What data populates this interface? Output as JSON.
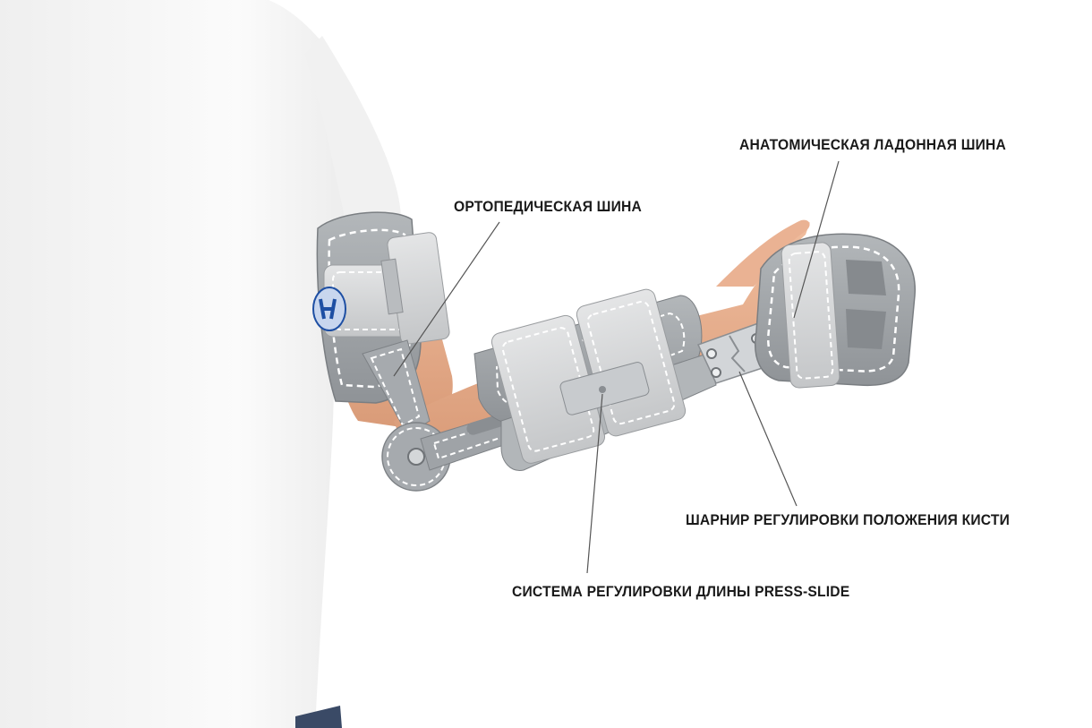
{
  "labels": {
    "orthopedic_splint": "ОРТОПЕДИЧЕСКАЯ ШИНА",
    "anatomical_palmar_splint": "АНАТОМИЧЕСКАЯ ЛАДОННАЯ ШИНА",
    "wrist_hinge": "ШАРНИР РЕГУЛИРОВКИ ПОЛОЖЕНИЯ КИСТИ",
    "press_slide": "СИСТЕМА РЕГУЛИРОВКИ ДЛИНЫ PRESS-SLIDE"
  },
  "colors": {
    "background": "#ffffff",
    "shirt": "#f7f7f7",
    "skin": "#e8ae8c",
    "brace_gray": "#a3a7ab",
    "brace_dark": "#80858a",
    "strap_light": "#d9dadb",
    "metal": "#c9cdd0",
    "logo_blue": "#1e4fa3",
    "leader_line": "#555555",
    "text": "#1a1a1a"
  }
}
